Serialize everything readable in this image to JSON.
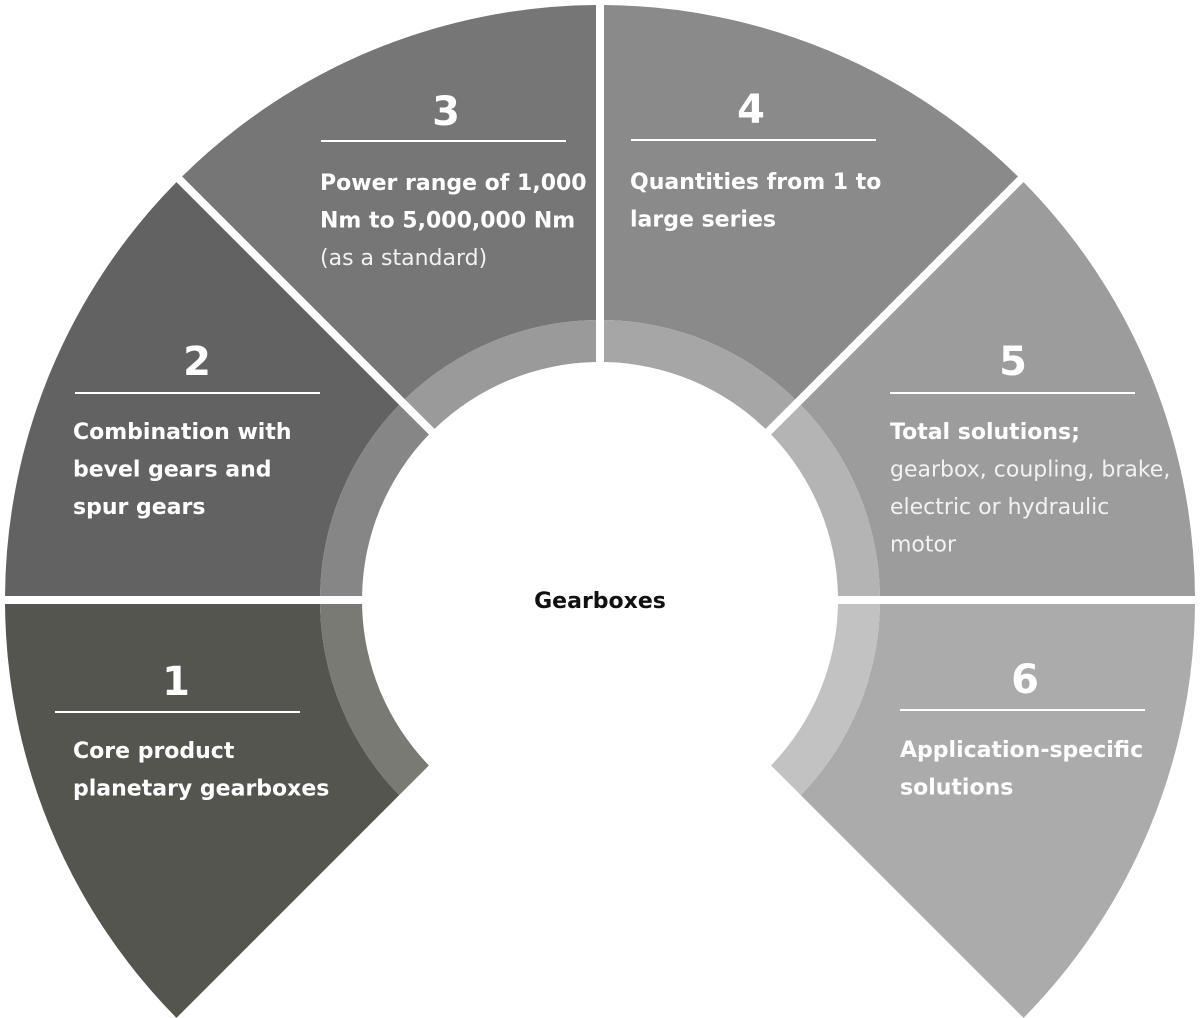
{
  "center_label": "Gearboxes",
  "segments": [
    {
      "number": "1",
      "bold_lines": [
        "Core product",
        "planetary gearboxes"
      ],
      "light_lines": [],
      "color": "#55554f",
      "ring_color": "#7a7a74"
    },
    {
      "number": "2",
      "bold_lines": [
        "Combination with",
        "bevel gears and",
        "spur gears"
      ],
      "light_lines": [],
      "color": "#626262",
      "ring_color": "#868686"
    },
    {
      "number": "3",
      "bold_lines": [
        "Power range of 1,000",
        "Nm to 5,000,000 Nm"
      ],
      "light_lines": [
        "(as a standard)"
      ],
      "color": "#767676",
      "ring_color": "#9a9a9a"
    },
    {
      "number": "4",
      "bold_lines": [
        "Quantities from 1 to",
        "large series"
      ],
      "light_lines": [],
      "color": "#8a8a8a",
      "ring_color": "#a6a6a6"
    },
    {
      "number": "5",
      "bold_lines": [
        "Total solutions;"
      ],
      "light_lines": [
        "gearbox, coupling, brake,",
        "electric or hydraulic",
        "motor"
      ],
      "color": "#9c9c9c",
      "ring_color": "#b4b4b4"
    },
    {
      "number": "6",
      "bold_lines": [
        "Application-specific",
        "solutions"
      ],
      "light_lines": [],
      "color": "#ababab",
      "ring_color": "#c2c2c2"
    }
  ]
}
